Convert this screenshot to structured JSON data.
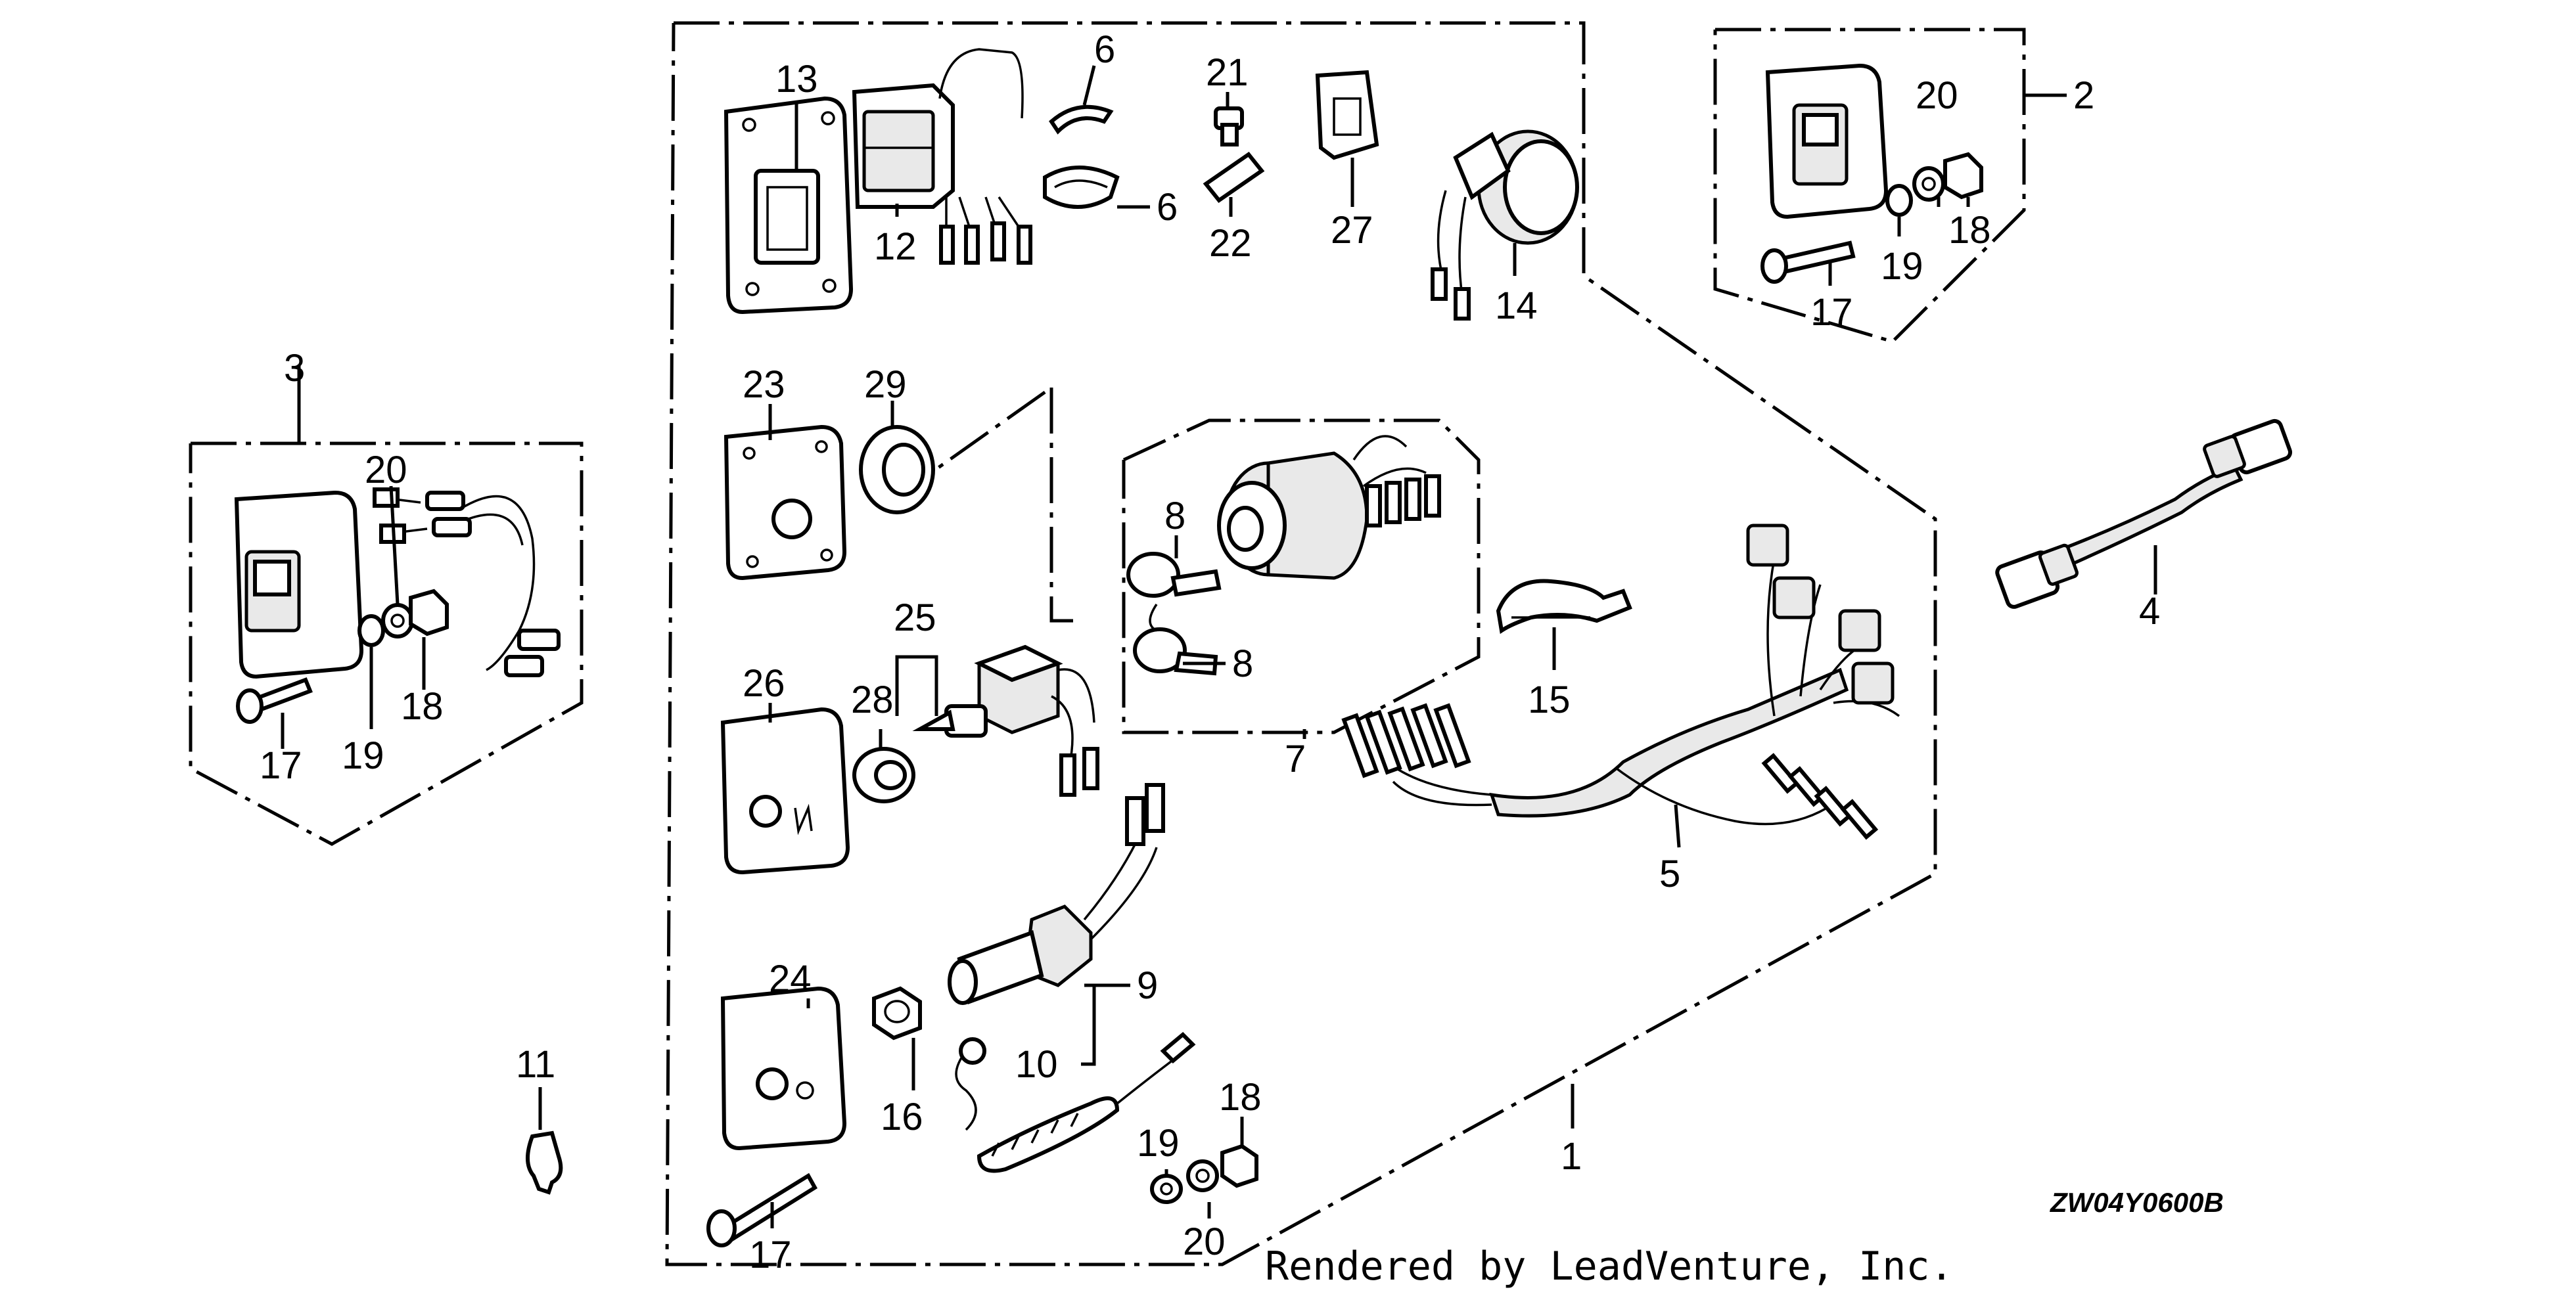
{
  "diagram": {
    "code": "ZW04Y0600B",
    "credit": "Rendered by LeadVenture, Inc.",
    "callouts": {
      "p1": "1",
      "p2": "2",
      "p3": "3",
      "p4": "4",
      "p5": "5",
      "p6a": "6",
      "p6b": "6",
      "p7": "7",
      "p8a": "8",
      "p8b": "8",
      "p9": "9",
      "p10": "10",
      "p11": "11",
      "p12": "12",
      "p13": "13",
      "p14": "14",
      "p15": "15",
      "p16": "16",
      "p17a": "17",
      "p17b": "17",
      "p17c": "17",
      "p18a": "18",
      "p18b": "18",
      "p18c": "18",
      "p19a": "19",
      "p19b": "19",
      "p19c": "19",
      "p20a": "20",
      "p20b": "20",
      "p20c": "20",
      "p21": "21",
      "p22": "22",
      "p23": "23",
      "p24": "24",
      "p25": "25",
      "p26": "26",
      "p27": "27",
      "p28": "28",
      "p29": "29"
    }
  }
}
